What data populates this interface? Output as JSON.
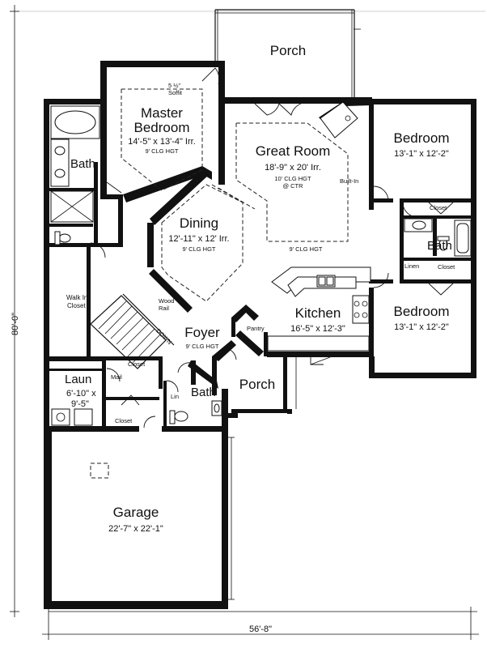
{
  "rooms": {
    "porch_rear": {
      "label": "Porch"
    },
    "master": {
      "label1": "Master",
      "label2": "Bedroom",
      "dims": "14'-5\" x 13'-4\" Irr.",
      "ceiling": "9' CLG HGT",
      "soffit1": "5 ½\"",
      "soffit2": "Soffit"
    },
    "great": {
      "label": "Great Room",
      "dims": "18'-9\" x 20' Irr.",
      "ceiling1": "10' CLG HGT",
      "ceiling2": "@ CTR",
      "ceiling_low": "9' CLG HGT",
      "builtin": "Built-In"
    },
    "bed1": {
      "label": "Bedroom",
      "dims": "13'-1\" x 12'-2\""
    },
    "bed2": {
      "label": "Bedroom",
      "dims": "13'-1\" x 12'-2\""
    },
    "bath_master": {
      "label": "Bath"
    },
    "bath_hall": {
      "label": "Bath",
      "linen": "Linen",
      "closet": "Closet",
      "closet_top": "Closet"
    },
    "bath_foyer": {
      "label": "Bath",
      "linen": "Lin"
    },
    "dining": {
      "label": "Dining",
      "dims": "12'-11\" x 12' Irr.",
      "ceiling": "9' CLG HGT"
    },
    "walkin": {
      "label1": "Walk In",
      "label2": "Closet"
    },
    "foyer": {
      "label": "Foyer",
      "ceiling": "9' CLG HGT",
      "rail1": "Wood",
      "rail2": "Rail",
      "down": "DOWN",
      "closet": "Closet"
    },
    "kitchen": {
      "label": "Kitchen",
      "dims": "16'-5\" x 12'-3\"",
      "pantry": "Pantry"
    },
    "porch_front": {
      "label": "Porch"
    },
    "laundry": {
      "label": "Laun",
      "dims1": "6'-10\" x",
      "dims2": "9'-5\"",
      "mail": "Mail",
      "closet": "Closet"
    },
    "garage": {
      "label": "Garage",
      "dims": "22'-7\" x 22'-1\""
    }
  },
  "overall": {
    "width": "56'-8\"",
    "depth": "80'-0\""
  }
}
